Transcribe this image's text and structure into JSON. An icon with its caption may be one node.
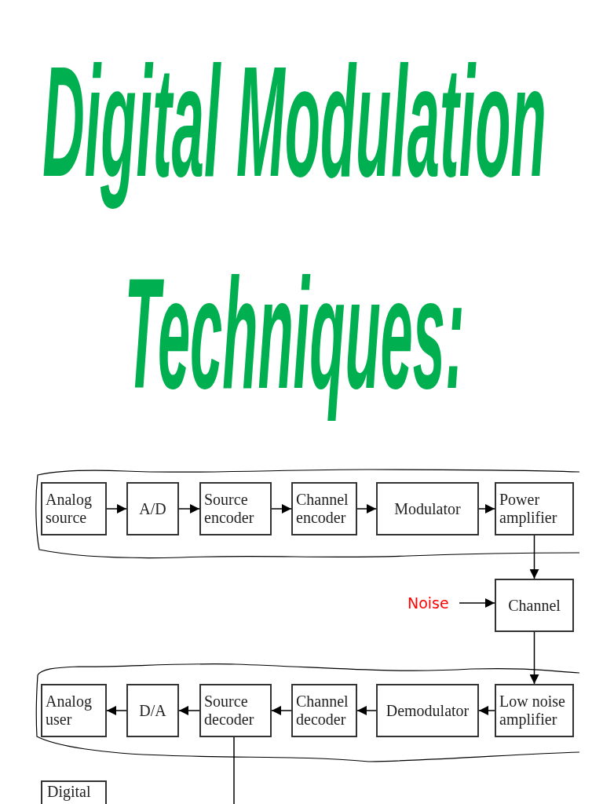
{
  "diagram": {
    "title": "Digital Modulation Techniques:",
    "nodes": [
      {
        "text": [
          "Analog source"
        ]
      },
      {
        "text": [
          "A/D"
        ]
      },
      {
        "text": [
          "Source encoder"
        ]
      },
      {
        "text": [
          "Channel encoder"
        ]
      },
      {
        "text": [
          "Modulator"
        ]
      },
      {
        "text": [
          "Power amplifier"
        ]
      },
      {
        "text": [
          "Noise"
        ]
      },
      {
        "text": [
          "Channel"
        ]
      },
      {
        "text": [
          "Analog user"
        ]
      },
      {
        "text": [
          "D/A"
        ]
      },
      {
        "text": [
          "Source decoder"
        ]
      },
      {
        "text": [
          "Channel decoder"
        ]
      },
      {
        "text": [
          "Demodulator"
        ]
      },
      {
        "text": [
          "Low noise amplifier"
        ]
      },
      {
        "text": [
          "Digital"
        ]
      }
    ],
    "edges": [
      {
        "from": 0,
        "to": 1,
        "arrow": "to"
      },
      {
        "from": 1,
        "to": 2,
        "arrow": "to"
      },
      {
        "from": 2,
        "to": 3,
        "arrow": "to"
      },
      {
        "from": 3,
        "to": 4,
        "arrow": "to"
      },
      {
        "from": 4,
        "to": 5,
        "arrow": "to"
      },
      {
        "from": 5,
        "to": 7,
        "arrow": "to"
      },
      {
        "from": 6,
        "to": 7,
        "arrow": "to"
      },
      {
        "from": 7,
        "to": 13,
        "arrow": "to"
      },
      {
        "from": 13,
        "to": 12,
        "arrow": "to"
      },
      {
        "from": 12,
        "to": 11,
        "arrow": "to"
      },
      {
        "from": 11,
        "to": 10,
        "arrow": "to"
      },
      {
        "from": 10,
        "to": 9,
        "arrow": "to"
      },
      {
        "from": 9,
        "to": 8,
        "arrow": "to"
      },
      {
        "from": 10,
        "to": null,
        "arrow": "none"
      }
    ]
  }
}
